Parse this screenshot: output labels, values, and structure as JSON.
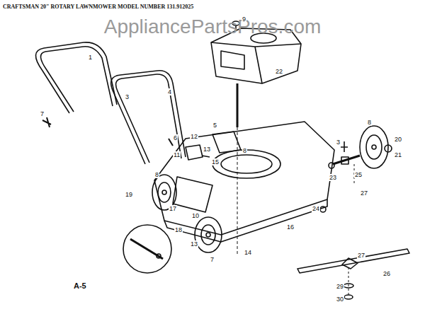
{
  "diagram": {
    "title": "CRAFTSMAN 20\" ROTARY LAWNMOWER MODEL NUMBER 131.912025",
    "labels": [
      "AppliancePartsPros.com",
      "1",
      "7",
      "4",
      "3",
      "6",
      "9",
      "22",
      "5",
      "8",
      "12",
      "11",
      "13",
      "15",
      "8",
      "17",
      "18",
      "10",
      "19",
      "16",
      "14",
      "13",
      "7",
      "8",
      "20",
      "21",
      "3",
      "23",
      "25",
      "24",
      "27",
      "26",
      "27",
      "29",
      "30",
      "A-5"
    ]
  }
}
